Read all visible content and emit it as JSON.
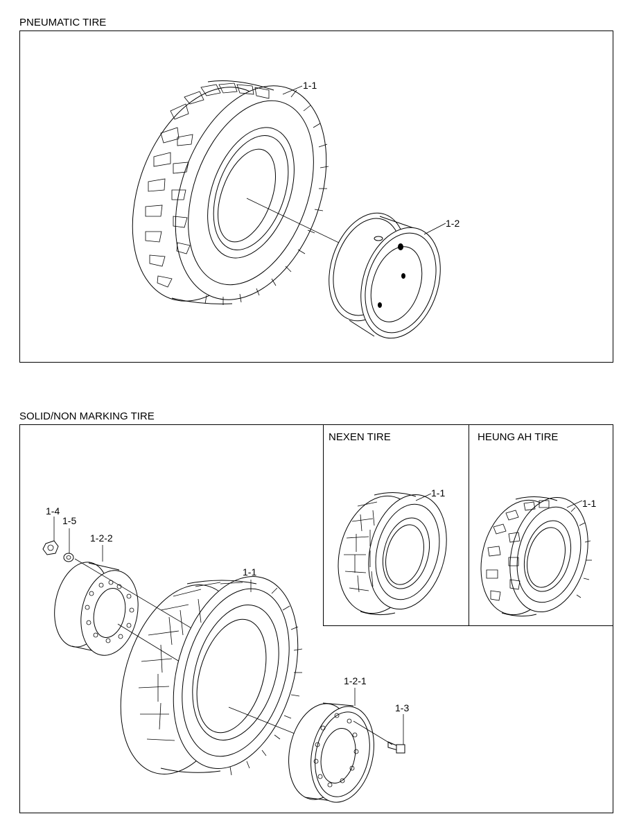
{
  "sections": {
    "pneumatic": {
      "title": "PNEUMATIC TIRE",
      "callouts": {
        "tire": "1-1",
        "rim": "1-2"
      }
    },
    "solid": {
      "title": "SOLID/NON MARKING TIRE",
      "callouts": {
        "nut": "1-4",
        "washer": "1-5",
        "outer_rim": "1-2-2",
        "tire": "1-1",
        "inner_rim": "1-2-1",
        "bolt": "1-3"
      },
      "variants": [
        {
          "title": "NEXEN TIRE",
          "callout": "1-1"
        },
        {
          "title": "HEUNG AH TIRE",
          "callout": "1-1"
        }
      ]
    }
  }
}
